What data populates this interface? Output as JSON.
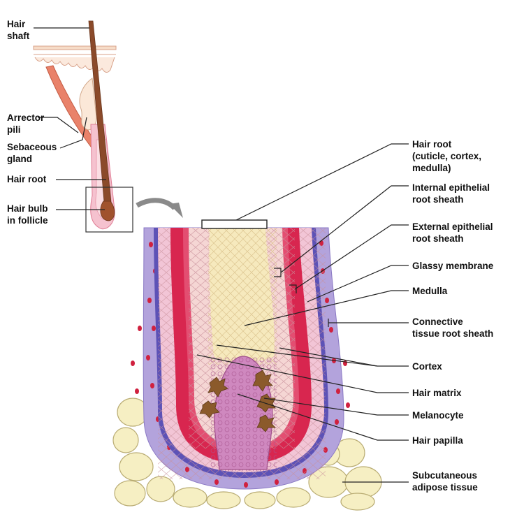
{
  "left_labels": [
    {
      "id": "hair-shaft",
      "lines": [
        "Hair",
        "shaft"
      ]
    },
    {
      "id": "arrector-pili",
      "lines": [
        "Arrector",
        "pili"
      ]
    },
    {
      "id": "sebaceous-gland",
      "lines": [
        "Sebaceous",
        "gland"
      ]
    },
    {
      "id": "hair-root-small",
      "lines": [
        "Hair root"
      ]
    },
    {
      "id": "hair-bulb",
      "lines": [
        "Hair bulb",
        "in follicle"
      ]
    }
  ],
  "right_labels": [
    {
      "id": "hair-root",
      "lines": [
        "Hair root",
        "(cuticle, cortex,",
        "medulla)"
      ]
    },
    {
      "id": "internal-sheath",
      "lines": [
        "Internal epithelial",
        "root sheath"
      ]
    },
    {
      "id": "external-sheath",
      "lines": [
        "External epithelial",
        "root sheath"
      ]
    },
    {
      "id": "glassy-membrane",
      "lines": [
        "Glassy membrane"
      ]
    },
    {
      "id": "medulla",
      "lines": [
        "Medulla"
      ]
    },
    {
      "id": "connective-sheath",
      "lines": [
        "Connective",
        "tissue root sheath"
      ]
    },
    {
      "id": "cortex",
      "lines": [
        "Cortex"
      ]
    },
    {
      "id": "hair-matrix",
      "lines": [
        "Hair matrix"
      ]
    },
    {
      "id": "melanocyte",
      "lines": [
        "Melanocyte"
      ]
    },
    {
      "id": "hair-papilla",
      "lines": [
        "Hair papilla"
      ]
    },
    {
      "id": "adipose",
      "lines": [
        "Subcutaneous",
        "adipose tissue"
      ]
    }
  ],
  "colors": {
    "connective": "#b3a3dc",
    "glassy": "#5d52b6",
    "external_sheath": "#f2c5d6",
    "internal_sheath": "#d8264f",
    "cortex": "#f5d6d4",
    "medulla": "#f6e9bd",
    "papilla": "#cf88bf",
    "melanocyte": "#8b5a2b",
    "adipose": "#f6efc3",
    "shaft": "#8b4a2a",
    "arrector": "#e9826a",
    "skin": "#f6dcc8"
  }
}
